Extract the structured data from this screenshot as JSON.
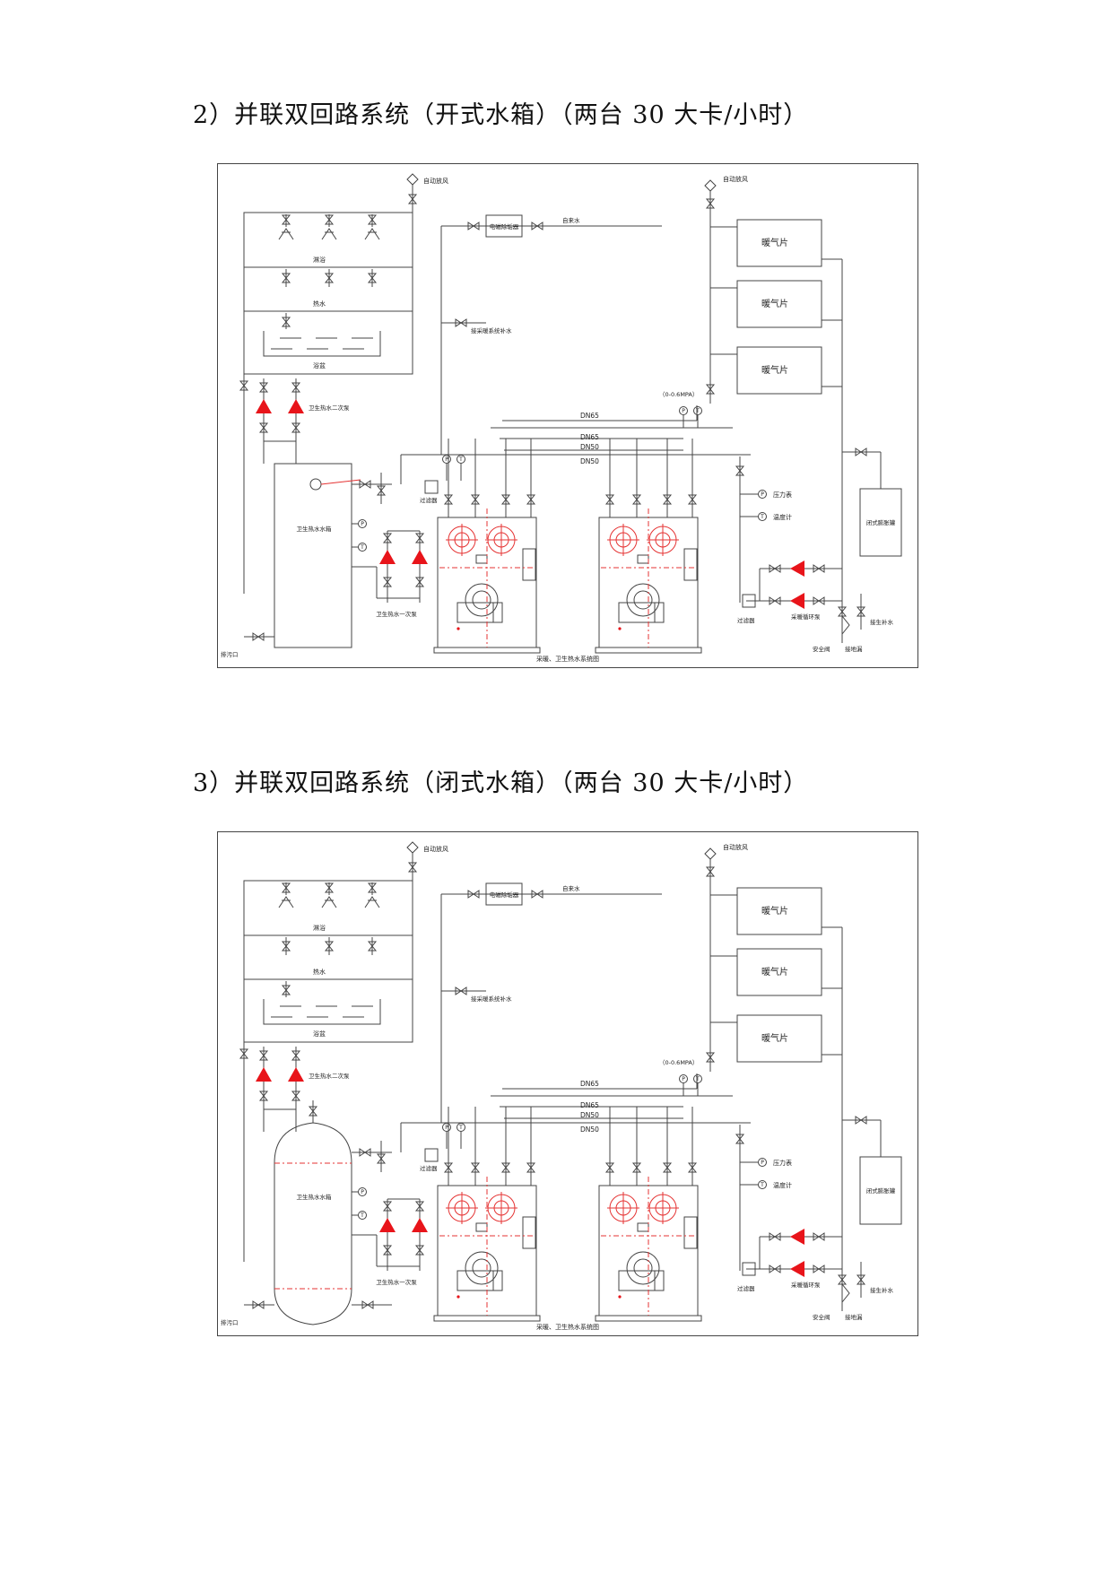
{
  "headings": {
    "open": "2）并联双回路系统（开式水箱）（两台 30 大卡/小时）",
    "closed": "3）并联双回路系统（闭式水箱）（两台 30 大卡/小时）"
  },
  "labels": {
    "auto_vent": "自动放风",
    "electromagnetic_descaler": "电磁除垢器",
    "tap_water": "自来水",
    "heating_makeup": "接采暖系统补水",
    "shower": "淋浴",
    "hot_water": "热水",
    "bath": "浴盆",
    "radiator": "暖气片",
    "pressure_range": "（0-0.6MPA）",
    "dn65": "DN65",
    "dn50": "DN50",
    "filter": "过滤器",
    "pressure_gauge": "压力表",
    "thermometer": "温度计",
    "closed_expansion_tank": "闭式膨胀罐",
    "dhw_secondary_pump": "卫生热水二次泵",
    "dhw_primary_pump": "卫生热水一次泵",
    "dhw_tank": "卫生热水水箱",
    "heating_circ_pump": "采暖循环泵",
    "makeup_water": "接生补水",
    "safety_valve": "安全阀",
    "floor_drain": "接地漏",
    "drain_outlet": "排污口",
    "system_caption": "采暖、卫生热水系统图",
    "p_symbol": "P",
    "t_symbol": "T"
  },
  "colors": {
    "pump": "#e8141a",
    "pipe": "#444444",
    "boiler_detail": "#e53333"
  },
  "icons": [
    "valve-icon",
    "pump-icon",
    "shower-head-icon",
    "pressure-gauge-icon",
    "thermometer-icon",
    "auto-vent-icon",
    "boiler-icon"
  ]
}
